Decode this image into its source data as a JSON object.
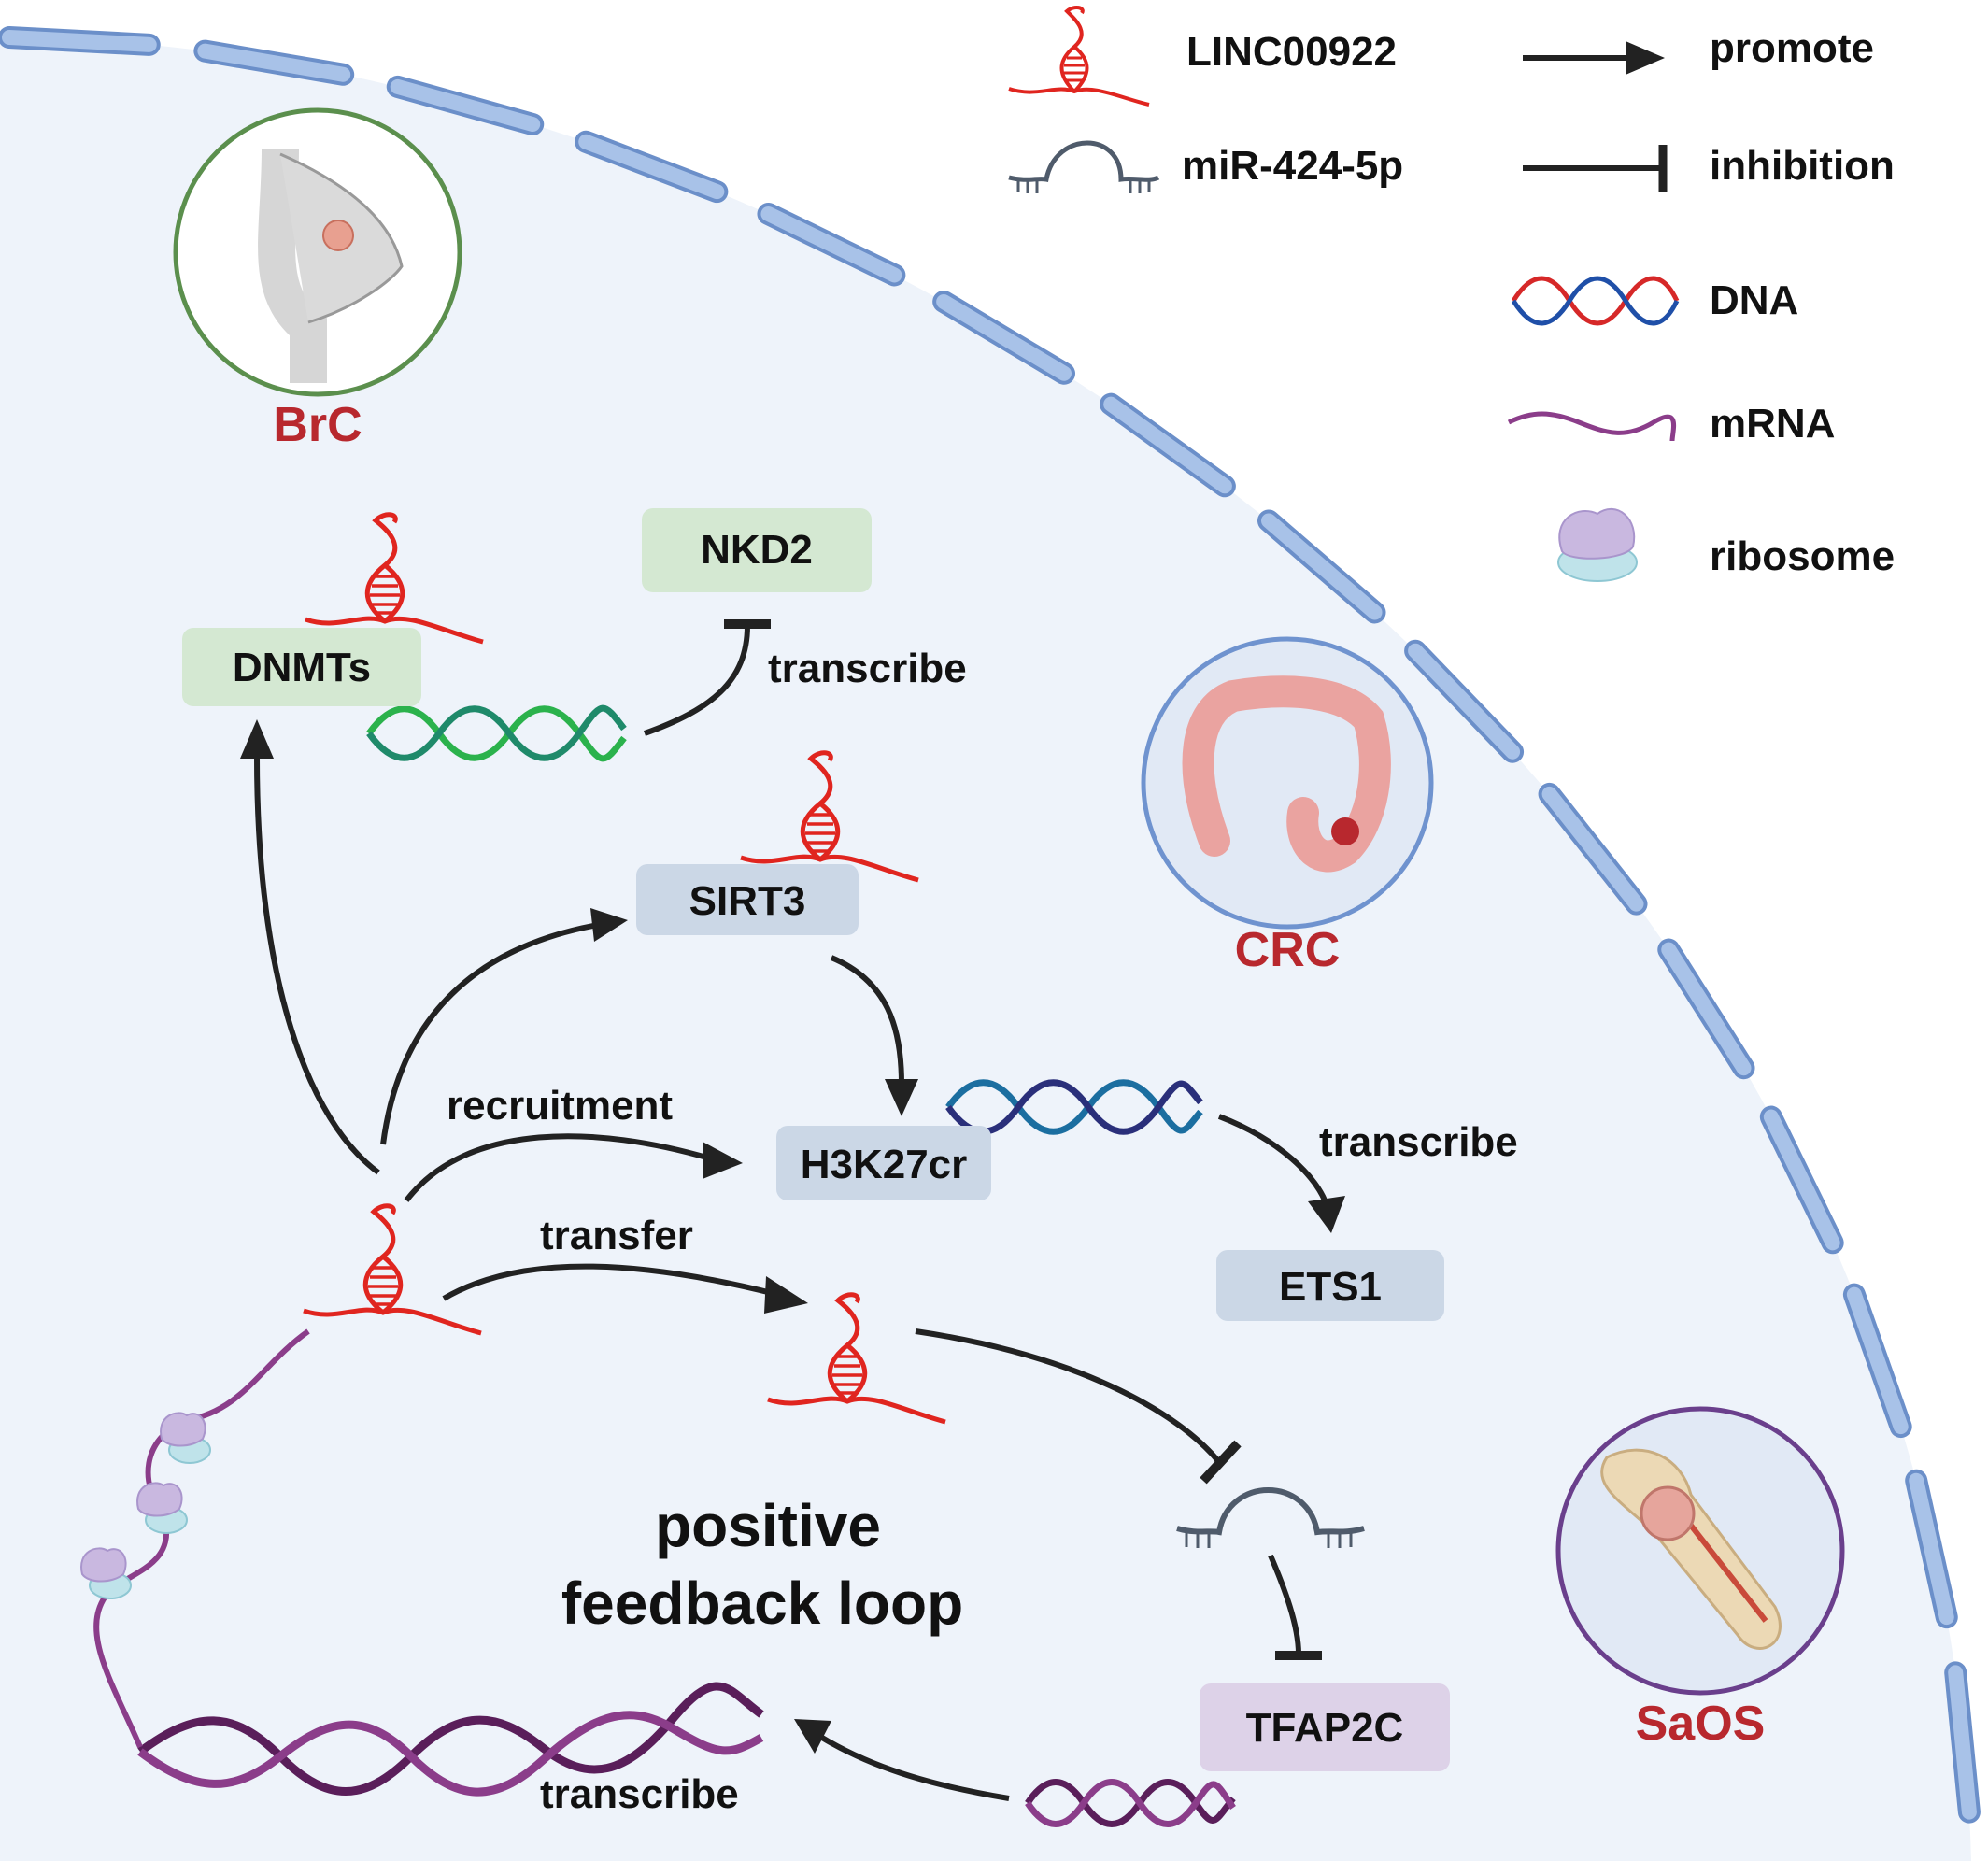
{
  "legend": {
    "lnc": "LINC00922",
    "mir": "miR-424-5p",
    "dna": "DNA",
    "mrna": "mRNA",
    "ribosome": "ribosome",
    "promote": "promote",
    "inhibition": "inhibition"
  },
  "cancers": {
    "brc": "BrC",
    "crc": "CRC",
    "saos": "SaOS"
  },
  "boxes": {
    "nkd2": "NKD2",
    "dnmts": "DNMTs",
    "sirt3": "SIRT3",
    "h3k27cr": "H3K27cr",
    "ets1": "ETS1",
    "tfap2c": "TFAP2C"
  },
  "labels": {
    "transcribe_nkd2": "transcribe",
    "recruitment": "recruitment",
    "transfer": "transfer",
    "transcribe_ets1": "transcribe",
    "transcribe_loop": "transcribe",
    "loop_line1": "positive",
    "loop_line2": "feedback loop"
  },
  "colors": {
    "background": "#eef3fa",
    "membrane": "#a8c2e8",
    "membrane_edge": "#6b8fc9",
    "lnc_red": "#e0251f",
    "mir_gray": "#4f5b6b",
    "cancer_red": "#b8282e",
    "nkd2_box": "#d4e8d2",
    "dnmts_box": "#d4e8d2",
    "blue_box": "#cbd7e6",
    "tfap2c_box": "#ddd2e8",
    "mrna_purple": "#8b3d8a",
    "arrow": "#222222"
  }
}
